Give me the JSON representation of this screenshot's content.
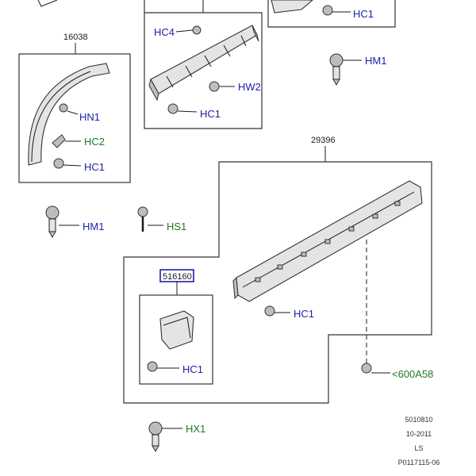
{
  "part_numbers": {
    "flare": "16038",
    "sill": "29396",
    "bracket": "516160"
  },
  "fasteners": {
    "top_hc1": "HC1",
    "hc4": "HC4",
    "hw2": "HW2",
    "mid_hc1": "HC1",
    "hm1_right": "HM1",
    "hn1": "HN1",
    "hc2": "HC2",
    "flare_hc1": "HC1",
    "hm1_left": "HM1",
    "hs1": "HS1",
    "sill_hc1": "HC1",
    "bracket_hc1": "HC1",
    "ref_600a58": "<600A58",
    "hx1": "HX1"
  },
  "footer": {
    "line1": "5010810",
    "line2": "10-2011",
    "line3": "LS",
    "line4": "P0117115-06"
  },
  "colors": {
    "fastener_label": "#2020a8",
    "alt_label": "#1f7a1f",
    "highlight_box": "#2020a8"
  }
}
